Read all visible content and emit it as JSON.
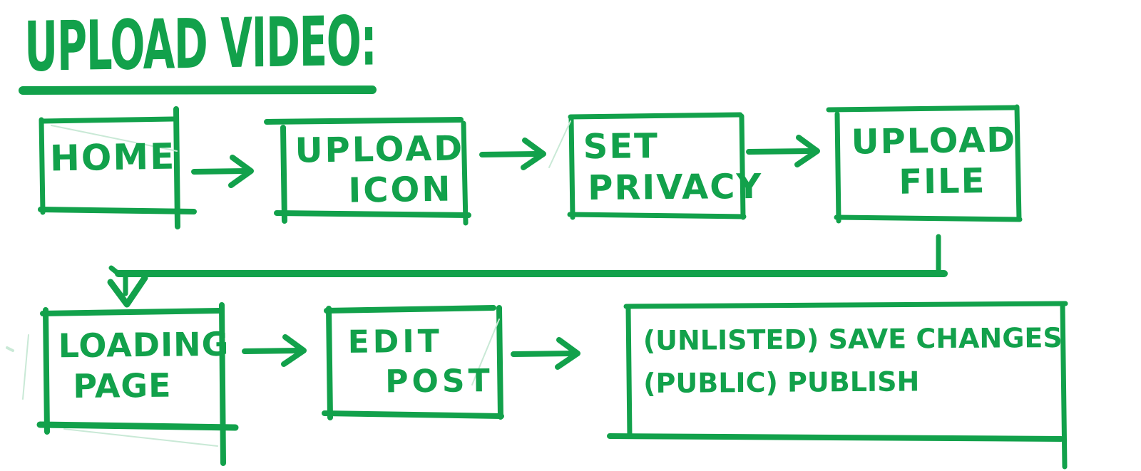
{
  "title": "UPLOAD VIDEO:",
  "colors": {
    "ink_green": "#12A14B",
    "canvas": "#FFFFFF"
  },
  "flowchart": {
    "type": "flowchart",
    "nodes": [
      {
        "id": "home",
        "lines": [
          "HOME"
        ]
      },
      {
        "id": "upload-icon",
        "lines": [
          "UPLOAD",
          "ICON"
        ]
      },
      {
        "id": "set-privacy",
        "lines": [
          "SET",
          "PRIVACY"
        ]
      },
      {
        "id": "upload-file",
        "lines": [
          "UPLOAD",
          "FILE"
        ]
      },
      {
        "id": "loading-page",
        "lines": [
          "LOADING",
          "PAGE"
        ]
      },
      {
        "id": "edit-post",
        "lines": [
          "EDIT",
          "POST"
        ]
      },
      {
        "id": "final-actions",
        "lines": [
          "(UNLISTED) SAVE CHANGES",
          "(PUBLIC) PUBLISH"
        ]
      }
    ],
    "edges": [
      {
        "from": "home",
        "to": "upload-icon"
      },
      {
        "from": "upload-icon",
        "to": "set-privacy"
      },
      {
        "from": "set-privacy",
        "to": "upload-file"
      },
      {
        "from": "upload-file",
        "to": "loading-page"
      },
      {
        "from": "loading-page",
        "to": "edit-post"
      },
      {
        "from": "edit-post",
        "to": "final-actions"
      }
    ]
  }
}
